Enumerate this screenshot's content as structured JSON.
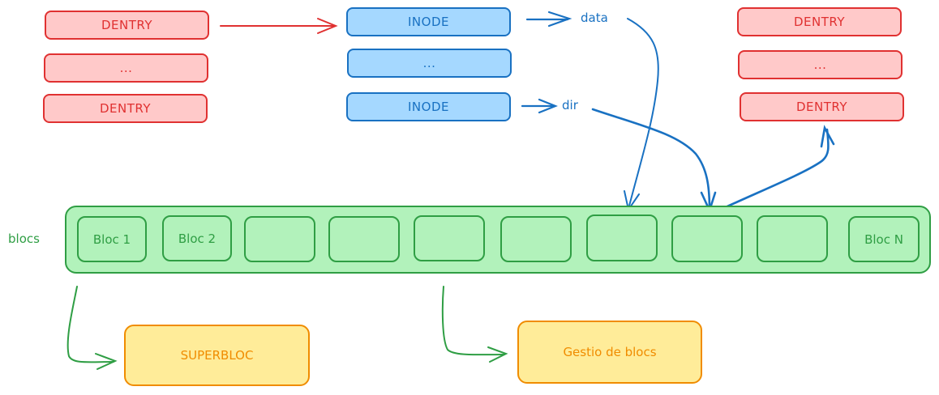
{
  "colors": {
    "dentry_fill": "#ffc9c9",
    "dentry_stroke": "#e03131",
    "inode_fill": "#a5d8ff",
    "inode_stroke": "#1971c2",
    "bloc_fill": "#b2f2bb",
    "bloc_stroke": "#2f9e44",
    "meta_fill": "#ffec99",
    "meta_stroke": "#f08c00"
  },
  "left_dentries": [
    "DENTRY",
    "...",
    "DENTRY"
  ],
  "inodes": [
    "INODE",
    "...",
    "INODE"
  ],
  "inode_targets": {
    "first": "data",
    "third": "dir"
  },
  "right_dentries": [
    "DENTRY",
    "...",
    "DENTRY"
  ],
  "blocs": {
    "label": "blocs",
    "items": [
      "Bloc 1",
      "Bloc 2",
      "",
      "",
      "",
      "",
      "",
      "",
      "",
      "Bloc N"
    ]
  },
  "metadata": {
    "superbloc": "SUPERBLOC",
    "block_management": "Gestio de blocs"
  },
  "edges": [
    {
      "from": "left_dentries.0",
      "to": "inodes.0"
    },
    {
      "from": "inodes.0",
      "to": "data"
    },
    {
      "from": "inodes.2",
      "to": "dir"
    },
    {
      "from": "data",
      "to": "blocs.items.6"
    },
    {
      "from": "dir",
      "to": "blocs.items.7"
    },
    {
      "from": "blocs.items.7",
      "to": "right_dentries.2"
    },
    {
      "from": "blocs",
      "to": "superbloc"
    },
    {
      "from": "blocs",
      "to": "block_management"
    }
  ]
}
